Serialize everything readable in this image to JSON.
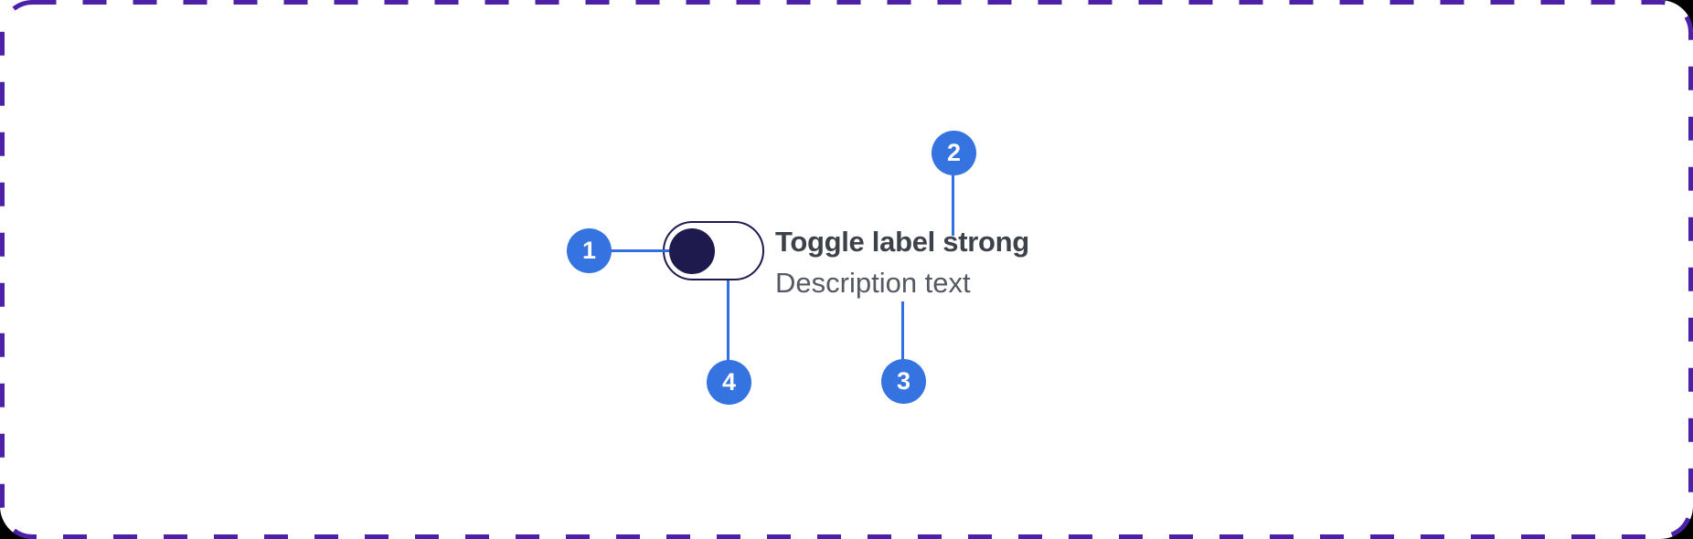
{
  "colors": {
    "page_bg": "#000000",
    "card_bg": "#ffffff",
    "border_purple": "#4C21A8",
    "badge_blue": "#3573E0",
    "line_blue": "#2F6FE3",
    "toggle_navy": "#1E1A4E",
    "label_color": "#3D424A",
    "description_color": "#555A62"
  },
  "toggle": {
    "label": "Toggle label strong",
    "description": "Description text"
  },
  "annotations": [
    {
      "number": "1",
      "target": "toggle-knob"
    },
    {
      "number": "2",
      "target": "toggle-label"
    },
    {
      "number": "3",
      "target": "toggle-description"
    },
    {
      "number": "4",
      "target": "toggle-track"
    }
  ]
}
